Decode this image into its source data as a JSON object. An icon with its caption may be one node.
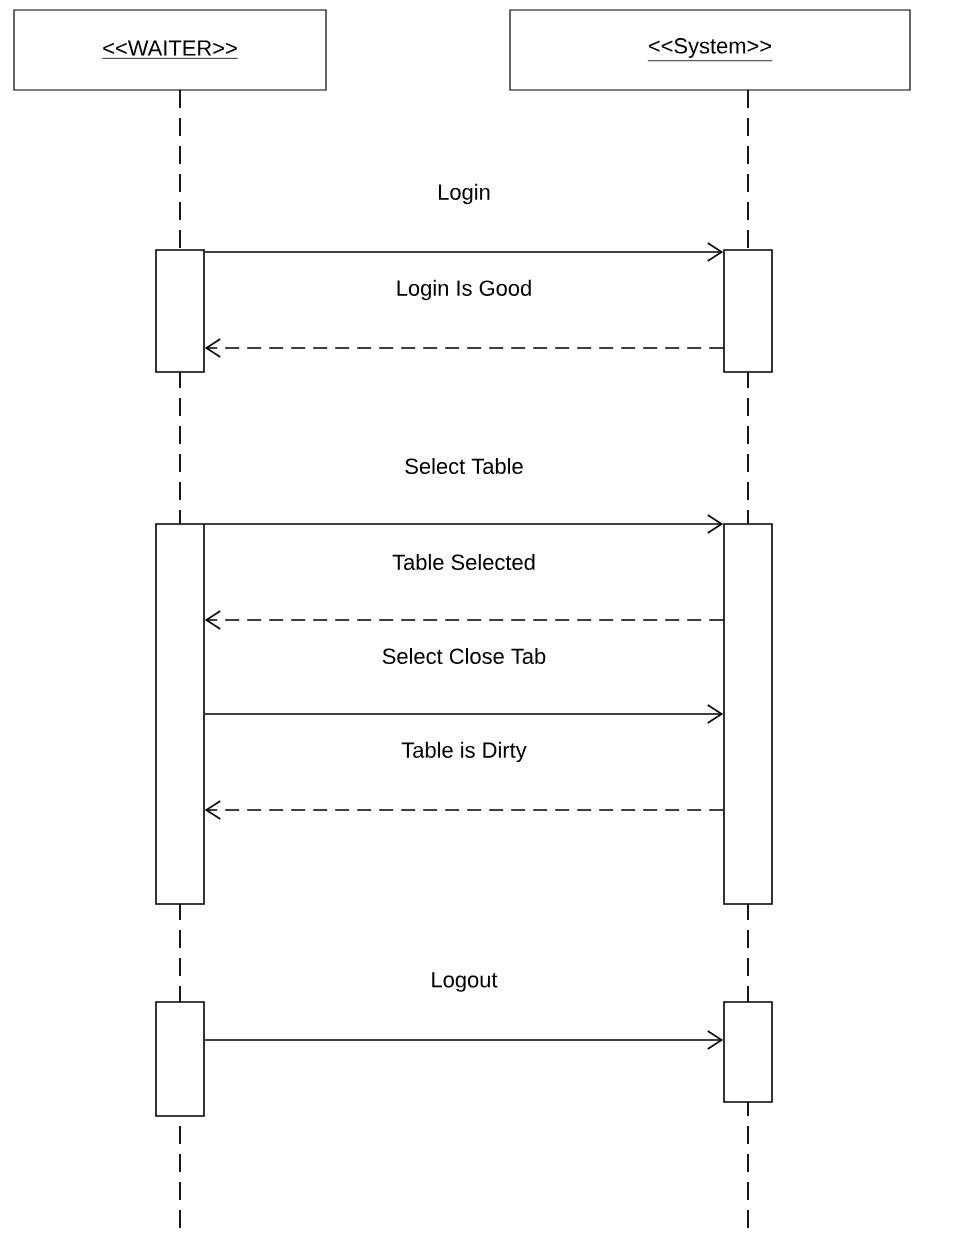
{
  "diagram": {
    "nodes": [
      {
        "text": [
          "<<WAITER>>"
        ]
      },
      {
        "text": [
          "<<System>>"
        ]
      },
      {
        "text": [],
        "shape": "bar"
      },
      {
        "text": [],
        "shape": "bar"
      },
      {
        "text": [],
        "shape": "bar"
      },
      {
        "text": [],
        "shape": "bar"
      },
      {
        "text": [],
        "shape": "bar"
      },
      {
        "text": [],
        "shape": "bar"
      }
    ],
    "edges": [
      {
        "from": 2,
        "to": 3,
        "arrow": "to",
        "label": "Login"
      },
      {
        "from": 3,
        "to": 2,
        "arrow": "to",
        "label": "Login Is Good",
        "style": "dashed"
      },
      {
        "from": 4,
        "to": 5,
        "arrow": "to",
        "label": "Select Table"
      },
      {
        "from": 5,
        "to": 4,
        "arrow": "to",
        "label": "Table Selected",
        "style": "dashed"
      },
      {
        "from": 4,
        "to": 5,
        "arrow": "to",
        "label": "Select Close Tab"
      },
      {
        "from": 5,
        "to": 4,
        "arrow": "to",
        "label": "Table is Dirty",
        "style": "dashed"
      },
      {
        "from": 6,
        "to": 7,
        "arrow": "to",
        "label": "Logout"
      }
    ]
  }
}
